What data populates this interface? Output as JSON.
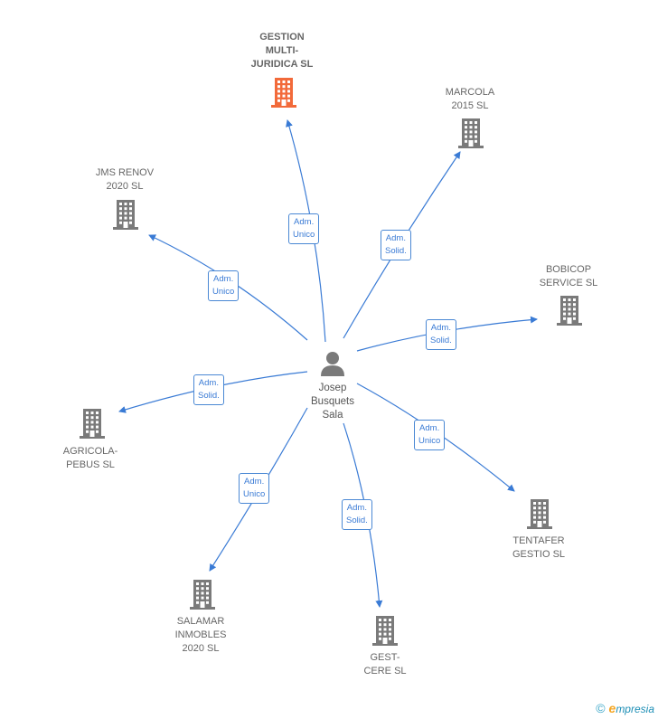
{
  "center": {
    "name": "Josep\nBusquets\nSala"
  },
  "companies": [
    {
      "id": "gestion",
      "name": "GESTION\nMULTI-\nJURIDICA  SL",
      "highlight": true,
      "relation": "Adm.\nUnico"
    },
    {
      "id": "marcola",
      "name": "MARCOLA\n2015  SL",
      "highlight": false,
      "relation": "Adm.\nSolid."
    },
    {
      "id": "jms",
      "name": "JMS RENOV\n2020  SL",
      "highlight": false,
      "relation": "Adm.\nUnico"
    },
    {
      "id": "bobicop",
      "name": "BOBICOP\nSERVICE  SL",
      "highlight": false,
      "relation": "Adm.\nSolid."
    },
    {
      "id": "agricola",
      "name": "AGRICOLA-\nPEBUS  SL",
      "highlight": false,
      "relation": "Adm.\nSolid."
    },
    {
      "id": "tentafer",
      "name": "TENTAFER\nGESTIO  SL",
      "highlight": false,
      "relation": "Adm.\nUnico"
    },
    {
      "id": "salamar",
      "name": "SALAMAR\nINMOBLES\n2020  SL",
      "highlight": false,
      "relation": "Adm.\nUnico"
    },
    {
      "id": "gest",
      "name": "GEST-\nCERE  SL",
      "highlight": false,
      "relation": "Adm.\nSolid."
    }
  ],
  "colors": {
    "edge": "#3a7bd5",
    "building": "#7a7a7a",
    "building_highlight": "#f26a3a",
    "person": "#7a7a7a"
  },
  "watermark": {
    "copyright": "©",
    "brand_initial": "e",
    "brand_rest": "mpresia"
  }
}
